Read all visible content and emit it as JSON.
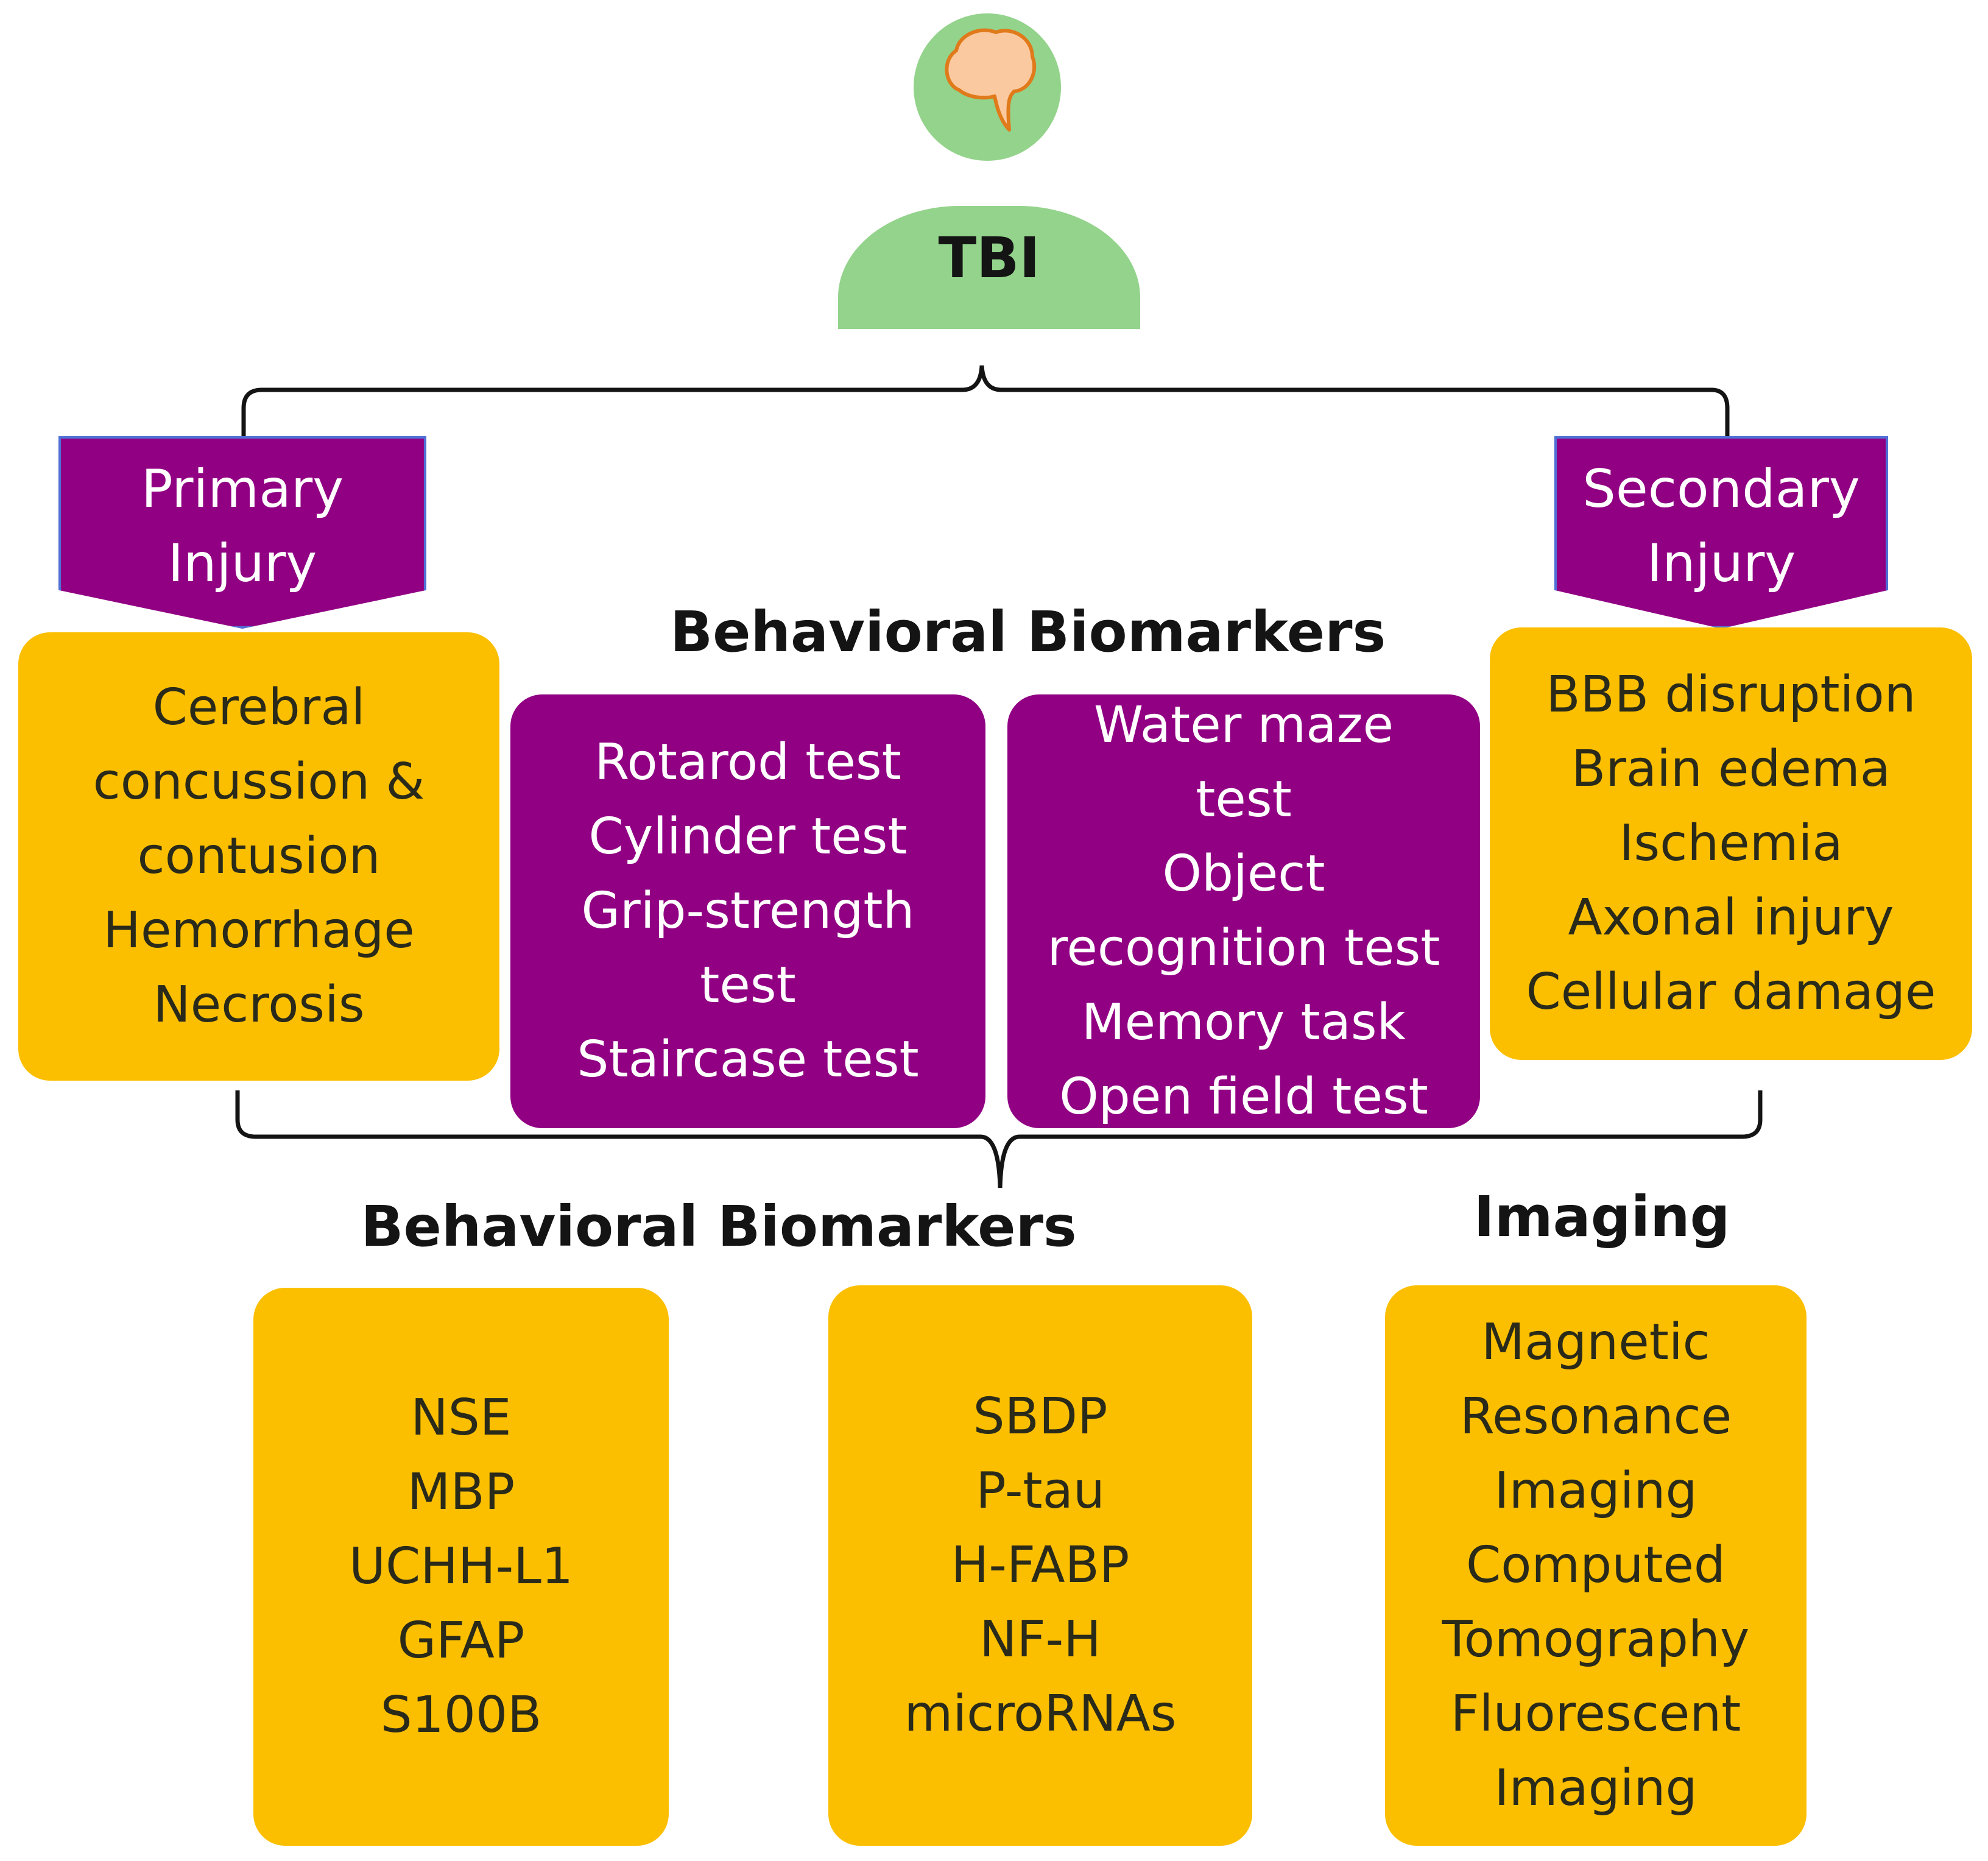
{
  "center": {
    "label": "TBI",
    "icon": "brain-icon"
  },
  "primary": {
    "banner": [
      "Primary",
      "Injury"
    ],
    "items": [
      "Cerebral",
      "concussion &",
      "contusion",
      "Hemorrhage",
      "Necrosis"
    ]
  },
  "secondary": {
    "banner": [
      "Secondary",
      "Injury"
    ],
    "items": [
      "BBB disruption",
      "Brain edema",
      "Ischemia",
      "Axonal injury",
      "Cellular damage"
    ]
  },
  "behavioral_top": {
    "heading": "Behavioral Biomarkers",
    "motor": [
      "Rotarod test",
      "Cylinder test",
      "Grip-strength",
      "test",
      "Staircase test"
    ],
    "cognitive": [
      "Water maze",
      "test",
      "Object",
      "recognition test",
      "Memory task",
      "Open field test"
    ]
  },
  "behavioral_bottom": {
    "heading": "Behavioral Biomarkers",
    "list1": [
      "NSE",
      "MBP",
      "UCHH-L1",
      "GFAP",
      "S100B"
    ],
    "list2": [
      "SBDP",
      "P-tau",
      "H-FABP",
      "NF-H",
      "microRNAs"
    ]
  },
  "imaging": {
    "heading": "Imaging",
    "items": [
      "Magnetic",
      "Resonance",
      "Imaging",
      "Computed",
      "Tomography",
      "Fluorescent",
      "Imaging"
    ]
  },
  "colors": {
    "green": "#93d38b",
    "purple": "#910083",
    "orange": "#fbbf00",
    "banner_border": "#4f6fd6"
  }
}
